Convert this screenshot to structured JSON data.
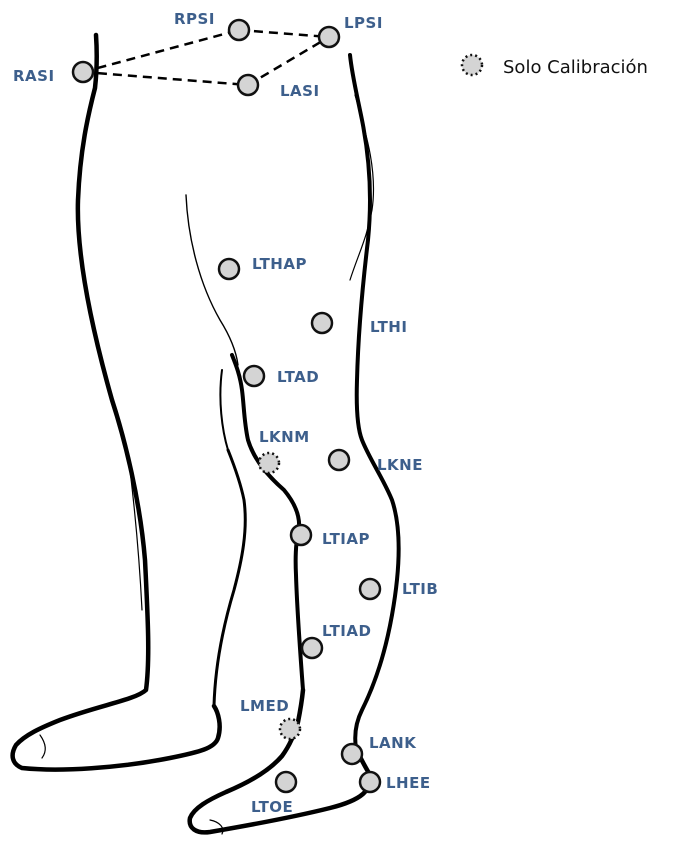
{
  "colors": {
    "label": "#3d5f8c",
    "marker_fill": "#d4d4d4",
    "marker_stroke": "#111111",
    "outline": "#000000"
  },
  "legend": {
    "text": "Solo Calibración",
    "icon": "dotted-circle-marker-icon"
  },
  "markers": [
    {
      "id": "rpsi",
      "label": "RPSI",
      "calibration_only": false
    },
    {
      "id": "lpsi",
      "label": "LPSI",
      "calibration_only": false
    },
    {
      "id": "rasi",
      "label": "RASI",
      "calibration_only": false
    },
    {
      "id": "lasi",
      "label": "LASI",
      "calibration_only": false
    },
    {
      "id": "lthap",
      "label": "LTHAP",
      "calibration_only": false
    },
    {
      "id": "lthi",
      "label": "LTHI",
      "calibration_only": false
    },
    {
      "id": "ltad",
      "label": "LTAD",
      "calibration_only": false
    },
    {
      "id": "lknm",
      "label": "LKNM",
      "calibration_only": true
    },
    {
      "id": "lkne",
      "label": "LKNE",
      "calibration_only": false
    },
    {
      "id": "ltiap",
      "label": "LTIAP",
      "calibration_only": false
    },
    {
      "id": "ltib",
      "label": "LTIB",
      "calibration_only": false
    },
    {
      "id": "ltiad",
      "label": "LTIAD",
      "calibration_only": false
    },
    {
      "id": "lmed",
      "label": "LMED",
      "calibration_only": true
    },
    {
      "id": "lank",
      "label": "LANK",
      "calibration_only": false
    },
    {
      "id": "lhee",
      "label": "LHEE",
      "calibration_only": false
    },
    {
      "id": "ltoe",
      "label": "LTOE",
      "calibration_only": false
    }
  ]
}
